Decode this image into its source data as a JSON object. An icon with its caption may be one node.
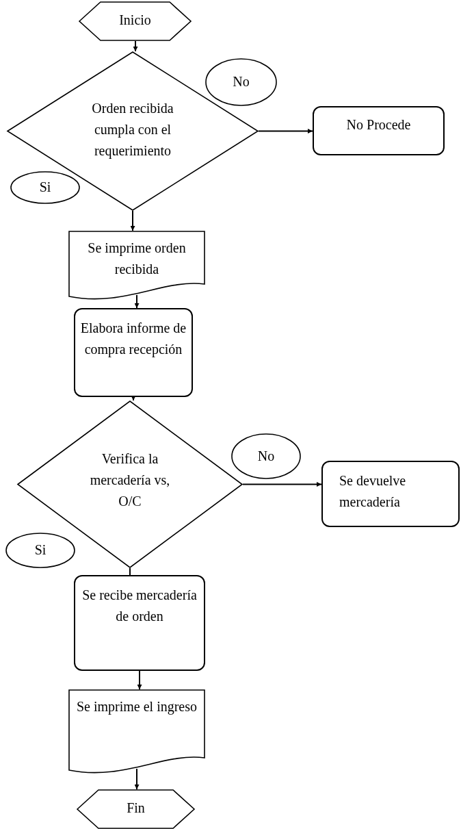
{
  "diagram": {
    "nodes": [
      {
        "text": [
          "Inicio"
        ]
      },
      {
        "text": [
          "No"
        ]
      },
      {
        "text": [
          "Orden recibida cumpla con el requerimiento"
        ]
      },
      {
        "text": [
          "No Procede"
        ]
      },
      {
        "text": [
          "Si"
        ]
      },
      {
        "text": [
          "Se imprime orden recibida"
        ]
      },
      {
        "text": [
          "Elabora informe de compra recepción"
        ]
      },
      {
        "text": [
          "No"
        ]
      },
      {
        "text": [
          "Verifica la mercadería vs, O/C"
        ]
      },
      {
        "text": [
          "Se devuelve mercadería"
        ]
      },
      {
        "text": [
          "Si"
        ]
      },
      {
        "text": [
          "Se recibe mercadería de orden"
        ]
      },
      {
        "text": [
          "Se imprime el ingreso"
        ]
      },
      {
        "text": [
          "Fin"
        ]
      }
    ],
    "edges": [
      {
        "from": 0,
        "to": 2,
        "arrow": "to"
      },
      {
        "from": 2,
        "to": 3,
        "arrow": "to"
      },
      {
        "from": 2,
        "to": 5,
        "arrow": "to"
      },
      {
        "from": 5,
        "to": 6,
        "arrow": "to"
      },
      {
        "from": 6,
        "to": 8,
        "arrow": "to"
      },
      {
        "from": 8,
        "to": 9,
        "arrow": "to"
      },
      {
        "from": 8,
        "to": 11,
        "arrow": "none"
      },
      {
        "from": 11,
        "to": 12,
        "arrow": "to"
      },
      {
        "from": 12,
        "to": 13,
        "arrow": "to"
      }
    ]
  }
}
